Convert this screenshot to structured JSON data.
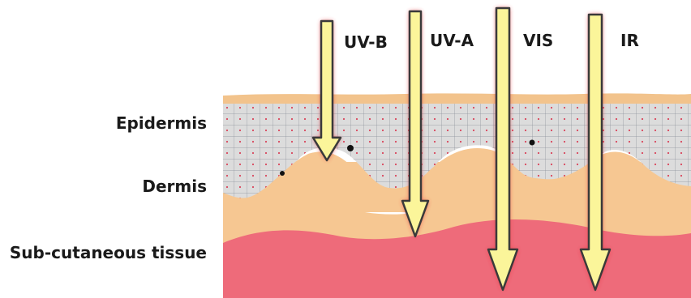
{
  "layers": {
    "epidermis": "Epidermis",
    "dermis": "Dermis",
    "subcutaneous": "Sub-cutaneous tissue"
  },
  "rays": {
    "uvb": "UV-B",
    "uva": "UV-A",
    "vis": "VIS",
    "ir": "IR"
  },
  "colors": {
    "stratum_corneum": "#f2c38c",
    "epidermis_cells": "#dedede",
    "dermis": "#f6c792",
    "subcutaneous": "#ee6b7a",
    "arrow_fill": "#fbf59a",
    "arrow_stroke": "#3a3a3a",
    "arrow_glow": "#e8303a"
  }
}
